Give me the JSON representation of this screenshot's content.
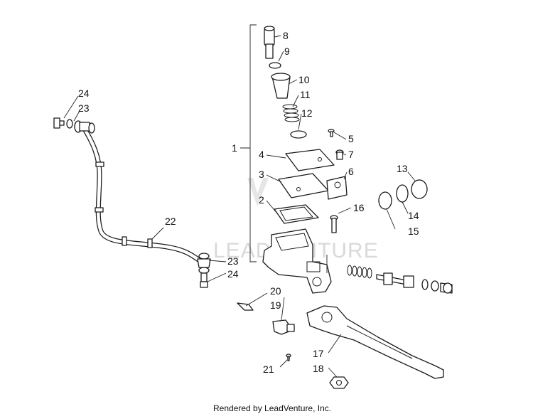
{
  "callouts": [
    "1",
    "2",
    "3",
    "4",
    "5",
    "6",
    "7",
    "8",
    "9",
    "10",
    "11",
    "12",
    "13",
    "14",
    "15",
    "16",
    "17",
    "18",
    "19",
    "20",
    "21",
    "22",
    "23",
    "23",
    "24",
    "24"
  ],
  "watermark": "LEADVENTURE",
  "footer": "Rendered by LeadVenture, Inc."
}
